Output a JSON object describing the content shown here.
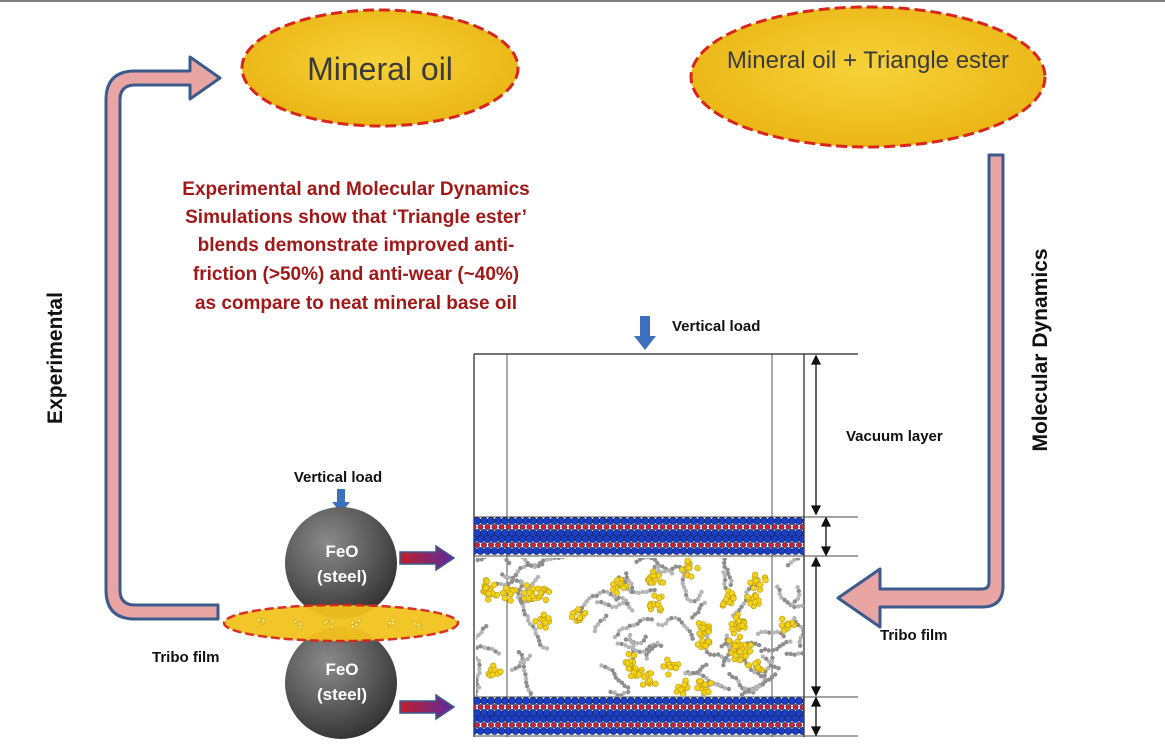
{
  "title_left": "Mineral oil",
  "title_right": "Mineral oil + Triangle ester",
  "description_lines": [
    "Experimental and Molecular Dynamics",
    "Simulations show that ‘Triangle ester’",
    "blends demonstrate improved anti-",
    "friction (>50%) and anti-wear (~40%)",
    "as compare to neat mineral base oil"
  ],
  "left_side_label": "Experimental",
  "right_side_label": "Molecular Dynamics",
  "vertical_load_top": "Vertical load",
  "vertical_load_balls": "Vertical load",
  "vacuum_layer": "Vacuum layer",
  "tribo_film_left": "Tribo film",
  "tribo_film_right": "Tribo film",
  "ball_top": {
    "line1": "FeO",
    "line2": "(steel)"
  },
  "ball_bottom": {
    "line1": "FeO",
    "line2": "(steel)"
  },
  "colors": {
    "ellipse_fill": "#f2c21e",
    "ellipse_border": "#d9261c",
    "arrow_fill": "#e9a4a4",
    "arrow_stroke": "#3c5a8c",
    "description_text": "#a11818",
    "iron_blue": "#1b3fc4",
    "iron_red": "#d0203a",
    "molecule_yellow": "#f4d21a",
    "chain_gray": "#9a9a9a",
    "ball_gray": "#5a5a5a"
  }
}
